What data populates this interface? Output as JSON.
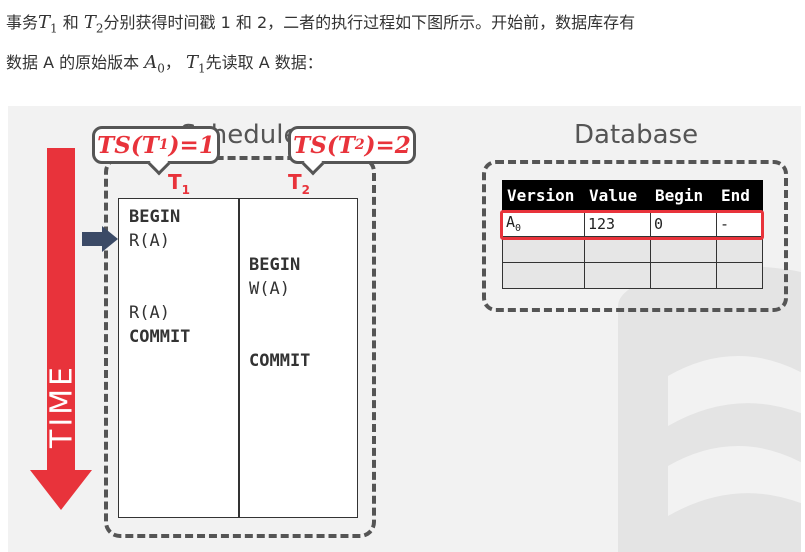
{
  "intro": {
    "l1_a": "事务",
    "t1_base": "T",
    "t1_sub": "1",
    "l1_b": "和",
    "t2_base": "T",
    "t2_sub": "2",
    "l1_c": "分别获得时间戳 1 和 2，二者的执行过程如下图所示。开始前，数据库存有",
    "l2_a": "数据 A 的原始版本",
    "a0_base": "A",
    "a0_sub": "0",
    "l2_b": "，",
    "t1b_base": "T",
    "t1b_sub": "1",
    "l2_c": "先读取 A 数据："
  },
  "diagram": {
    "time_label": "TIME",
    "schedule_title": "Schedule",
    "database_title": "Database",
    "ts1": {
      "prefix": "TS(T",
      "sub": "1",
      "suffix": ")=1"
    },
    "ts2": {
      "prefix": "TS(T",
      "sub": "2",
      "suffix": ")=2"
    },
    "t1_label": {
      "base": "T",
      "sub": "1"
    },
    "t2_label": {
      "base": "T",
      "sub": "2"
    },
    "t1_ops": [
      "BEGIN",
      "R(A)",
      "R(A)",
      "COMMIT"
    ],
    "t2_ops": [
      "BEGIN",
      "W(A)",
      "COMMIT"
    ]
  },
  "db_table": {
    "columns": [
      "Version",
      "Value",
      "Begin",
      "End"
    ],
    "row0": {
      "version_base": "A",
      "version_sub": "0",
      "value": "123",
      "begin": "0",
      "end": "-"
    }
  },
  "colors": {
    "accent": "#e8333b",
    "dashed": "#555555",
    "background": "#f2f2f2"
  }
}
